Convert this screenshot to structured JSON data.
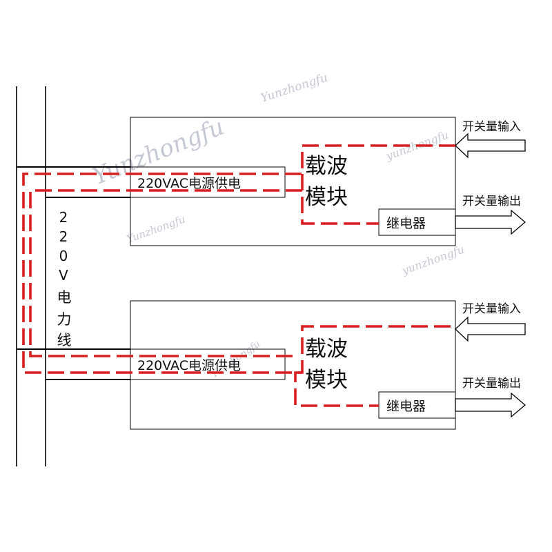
{
  "power_line": {
    "label_chars": [
      "2",
      "2",
      "0",
      "V",
      "电",
      "力",
      "线"
    ]
  },
  "units": [
    {
      "supply_label": "220VAC电源供电",
      "carrier_line1": "载波",
      "carrier_line2": "模块",
      "relay_label": "继电器",
      "input_label": "开关量输入",
      "output_label": "开关量输出"
    },
    {
      "supply_label": "220VAC电源供电",
      "carrier_line1": "载波",
      "carrier_line2": "模块",
      "relay_label": "继电器",
      "input_label": "开关量输入",
      "output_label": "开关量输出"
    }
  ],
  "watermarks": [
    "Yunzhongfu",
    "Yunzhongfu",
    "yunzhongfu",
    "Yunzhongfu",
    "yunzhongfu",
    "Yunzhongfu"
  ],
  "colors": {
    "line": "#000000",
    "signal_path": "#d81e1e",
    "watermark": "#c4c9d4"
  }
}
